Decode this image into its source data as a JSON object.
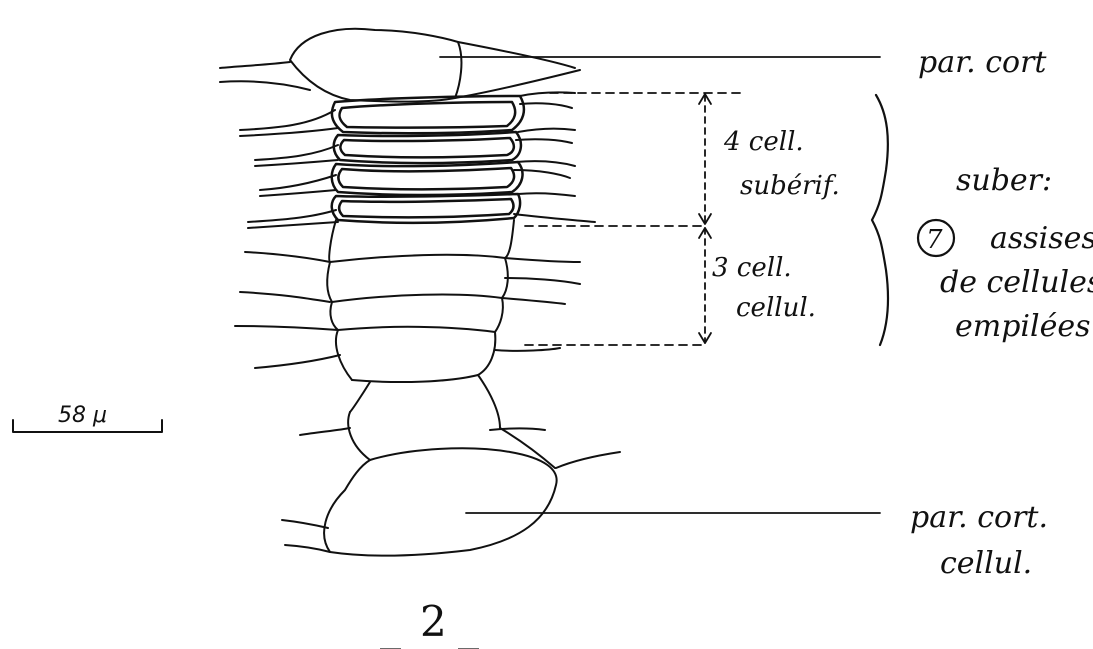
{
  "figure": {
    "labels": {
      "top_cortex": "par. cort",
      "bottom_cortex_line1": "par. cort.",
      "bottom_cortex_line2": "cellul.",
      "suberized_line1": "4 cell.",
      "suberized_line2": "subérif.",
      "cellulosic_line1": "3 cell.",
      "cellulosic_line2": "cellul.",
      "suber_title": "suber:",
      "suber_count": "7",
      "suber_line1": "assises",
      "suber_line2": "de cellules",
      "suber_line3": "empilées"
    },
    "scale_bar": {
      "label": "58 μ",
      "length_um": 58
    },
    "figure_number": "2",
    "figure_dashes": [
      "_",
      "_"
    ]
  }
}
